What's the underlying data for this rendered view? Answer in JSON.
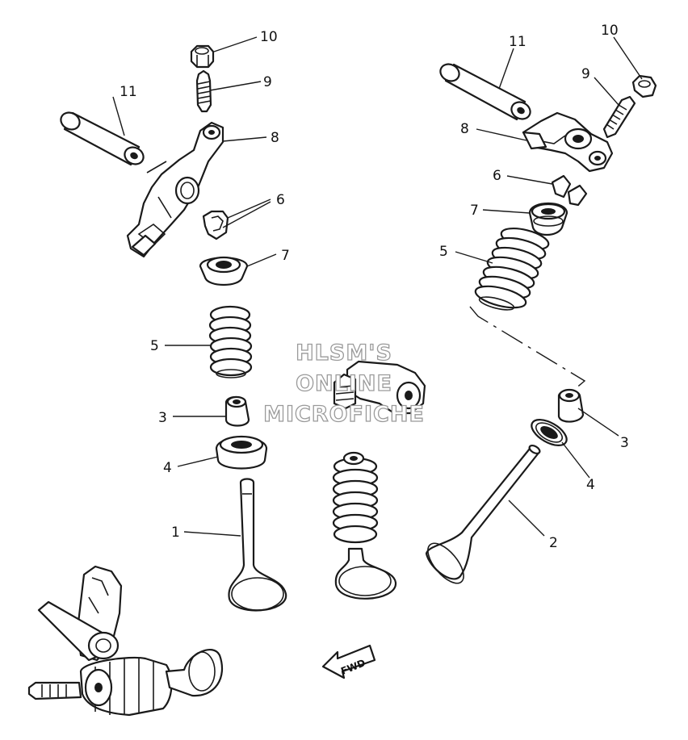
{
  "watermark": {
    "line1": "HLSM'S",
    "line2": "ONLINE",
    "line3": "MICROFICHE"
  },
  "fwd_label": "FWD",
  "callouts": {
    "c1": "1",
    "c2": "2",
    "c3_left": "3",
    "c3_right": "3",
    "c4_left": "4",
    "c4_right": "4",
    "c5_left": "5",
    "c5_right": "5",
    "c6_left": "6",
    "c6_right": "6",
    "c7_left": "7",
    "c7_right": "7",
    "c8_left": "8",
    "c8_right": "8",
    "c9_left": "9",
    "c9_right": "9",
    "c10_left": "10",
    "c10_right": "10",
    "c11_left": "11",
    "c11_right": "11"
  }
}
